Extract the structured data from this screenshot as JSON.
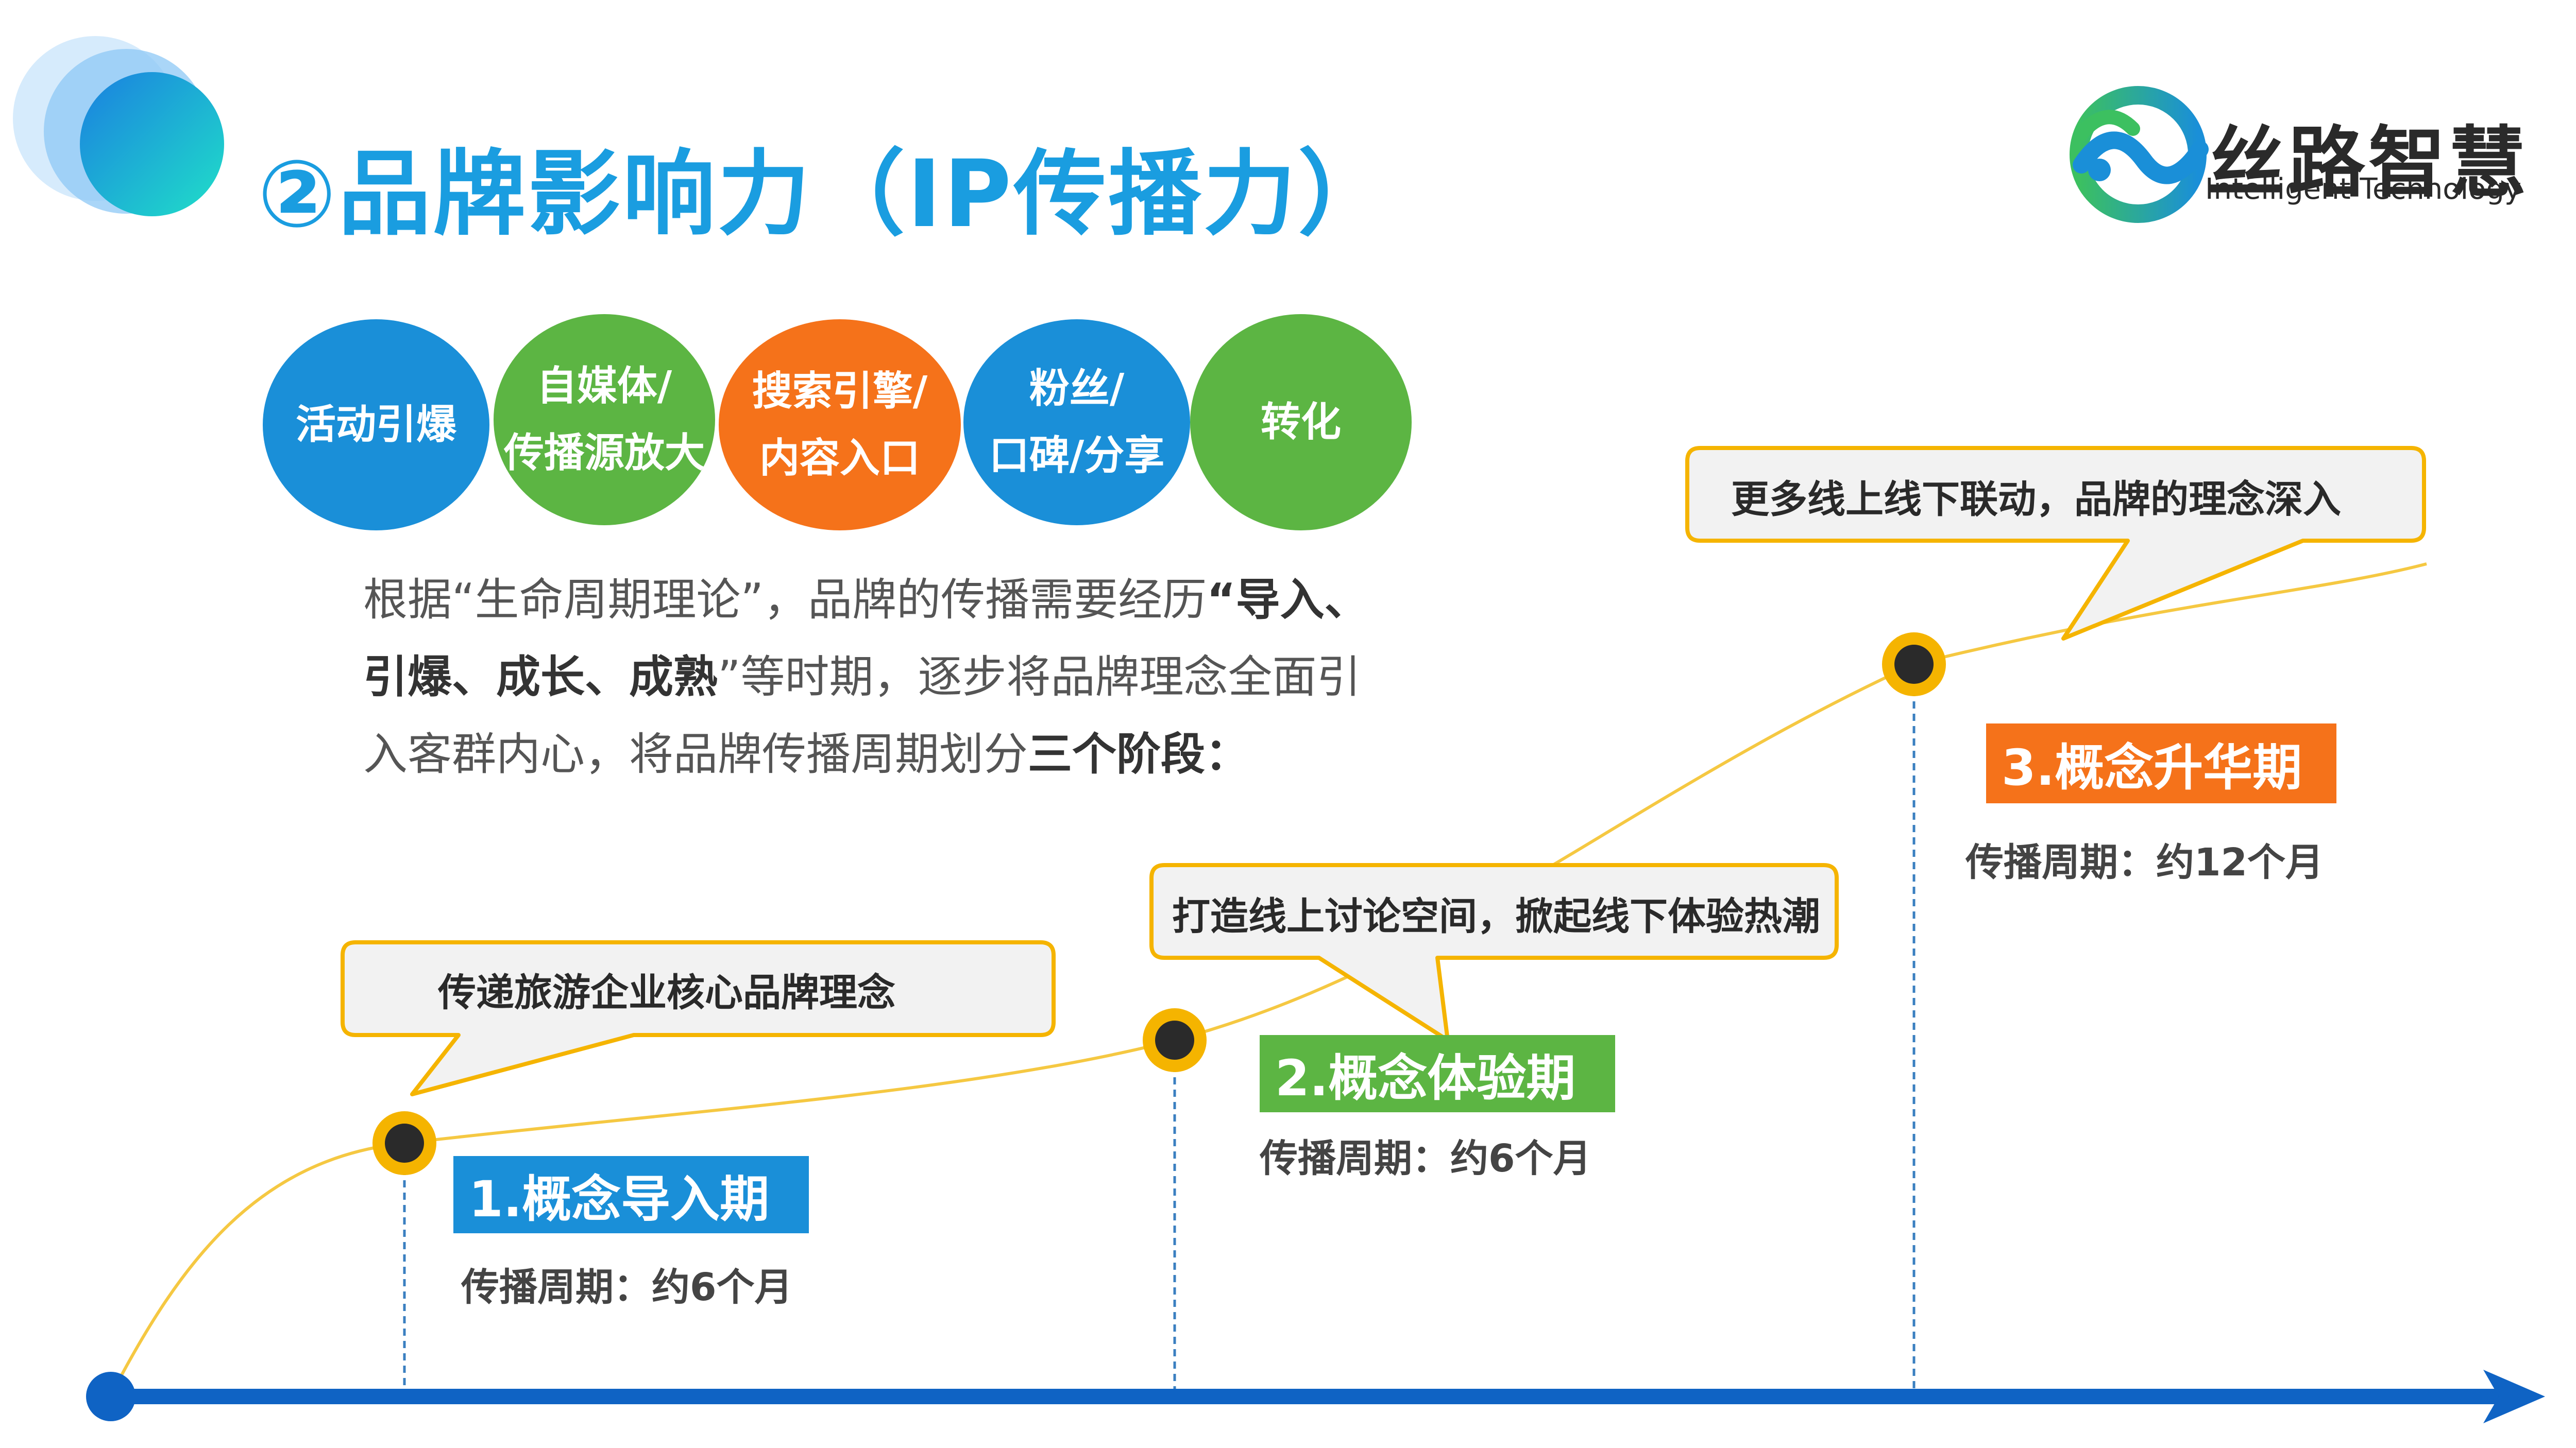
{
  "title": "②品牌影响力（IP传播力）",
  "logo": {
    "name": "丝路智慧",
    "tagline": "Intelligent Technology"
  },
  "circles": [
    {
      "label": "活动引爆",
      "color": "#1a8fd8"
    },
    {
      "label": "自媒体/\n传播源放大",
      "color": "#5cb543"
    },
    {
      "label": "搜索引擎/\n内容入口",
      "color": "#f5721a"
    },
    {
      "label": "粉丝/\n口碑/分享",
      "color": "#1a8fd8"
    },
    {
      "label": "转化",
      "color": "#5cb543"
    }
  ],
  "paragraph": {
    "p1": "根据“生命周期理论”，品牌的传播需要经历",
    "b1": "“导入、引爆、成长、成熟",
    "p2": "”等时期，逐步将品牌理念全面引入客群内心，将品牌传播周期划分",
    "b2": "三个阶段："
  },
  "bubbles": [
    "传递旅游企业核心品牌理念",
    "打造线上讨论空间，掀起线下体验热潮",
    "更多线上线下联动，品牌的理念深入"
  ],
  "stages": [
    {
      "label": "1.概念导入期",
      "period": "传播周期：约6个月",
      "color": "#1a8fd8"
    },
    {
      "label": "2.概念体验期",
      "period": "传播周期：约6个月",
      "color": "#5cb543"
    },
    {
      "label": "3.概念升华期",
      "period": "传播周期：约12个月",
      "color": "#f5721a"
    }
  ],
  "colors": {
    "accent_blue": "#1a8fd8",
    "bubble_border": "#f5b400",
    "curve": "#f5c842",
    "axis": "#0f63c4"
  }
}
